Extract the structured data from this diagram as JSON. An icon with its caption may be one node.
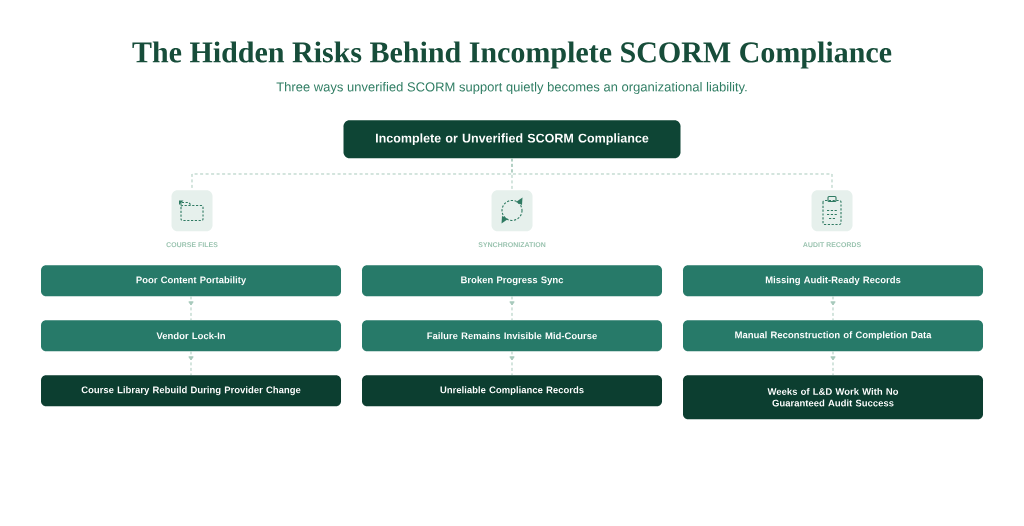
{
  "diagram": {
    "title": "The Hidden Risks Behind Incomplete SCORM Compliance",
    "nodes": [
      {
        "text": [
          "Incomplete or Unverified SCORM Compliance"
        ]
      },
      {
        "text": [],
        "shape": "picture",
        "beside": [
          "COURSE FILES"
        ]
      },
      {
        "text": [],
        "shape": "picture",
        "beside": [
          "SYNCHRONIZATION"
        ]
      },
      {
        "text": [],
        "shape": "picture",
        "beside": [
          "AUDIT RECORDS"
        ]
      },
      {
        "text": [
          "Poor Content Portability"
        ]
      },
      {
        "text": [
          "Vendor Lock-In"
        ]
      },
      {
        "text": [
          "Course Library Rebuild During Provider Change"
        ]
      },
      {
        "text": [
          "Broken Progress Sync"
        ]
      },
      {
        "text": [
          "Failure Remains Invisible Mid-Course"
        ]
      },
      {
        "text": [
          "Unreliable Compliance Records"
        ]
      },
      {
        "text": [
          "Missing Audit-Ready Records"
        ]
      },
      {
        "text": [
          "Manual Reconstruction of Completion Data"
        ]
      },
      {
        "text": [
          "Weeks of L&D Work With No Guaranteed Audit Success"
        ]
      }
    ],
    "edges": [
      {
        "from": 0,
        "to": 1,
        "arrow": "none",
        "style": "dashed"
      },
      {
        "from": 0,
        "to": 2,
        "arrow": "none",
        "style": "dashed"
      },
      {
        "from": 0,
        "to": 3,
        "arrow": "none",
        "style": "dashed"
      },
      {
        "from": 4,
        "to": 5,
        "arrow": "to",
        "style": "dashed"
      },
      {
        "from": 5,
        "to": 6,
        "arrow": "to",
        "style": "dashed"
      },
      {
        "from": 7,
        "to": 8,
        "arrow": "to",
        "style": "dashed"
      },
      {
        "from": 8,
        "to": 9,
        "arrow": "to",
        "style": "dashed"
      },
      {
        "from": 10,
        "to": 11,
        "arrow": "to",
        "style": "dashed"
      },
      {
        "from": 11,
        "to": 12,
        "arrow": "to",
        "style": "dashed"
      }
    ],
    "labels": [
      "Three ways unverified SCORM support quietly becomes an organizational liability."
    ]
  }
}
